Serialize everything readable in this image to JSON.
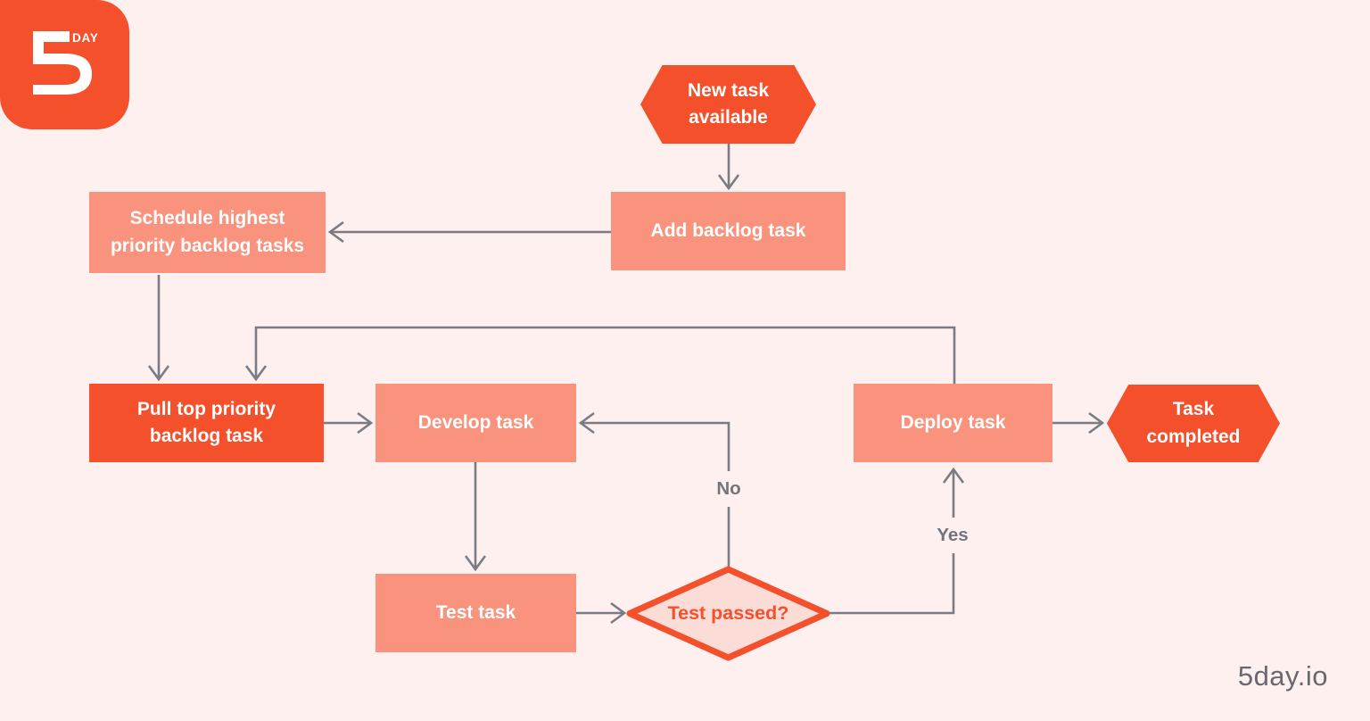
{
  "page": {
    "background": "#fdf0ee",
    "footer_brand": "5day.io"
  },
  "logo": {
    "brand_number": "5",
    "day_text": "DAY"
  },
  "colors": {
    "orange": "#f4502c",
    "salmon": "#f9937e",
    "diamond_fill": "#fcdcd7",
    "connector_gray": "#7b7b83",
    "edge_label_gray": "#74747c",
    "footer_gray": "#68686e",
    "node_text": "#ffffff"
  },
  "flowchart": {
    "nodes": {
      "new_task": {
        "label": "New task available",
        "shape": "hexagon",
        "variant": "orange"
      },
      "add_backlog": {
        "label": "Add backlog task",
        "shape": "rectangle",
        "variant": "salmon"
      },
      "schedule": {
        "label": "Schedule highest priority backlog tasks",
        "shape": "rectangle",
        "variant": "salmon"
      },
      "pull": {
        "label": "Pull top priority backlog task",
        "shape": "rectangle",
        "variant": "orange"
      },
      "develop": {
        "label": "Develop task",
        "shape": "rectangle",
        "variant": "salmon"
      },
      "test": {
        "label": "Test task",
        "shape": "rectangle",
        "variant": "salmon"
      },
      "decision": {
        "label": "Test passed?",
        "shape": "diamond",
        "variant": "outlined"
      },
      "deploy": {
        "label": "Deploy task",
        "shape": "rectangle",
        "variant": "salmon"
      },
      "completed": {
        "label": "Task completed",
        "shape": "hexagon",
        "variant": "orange"
      }
    },
    "edge_labels": {
      "no": "No",
      "yes": "Yes"
    },
    "edges": [
      {
        "from": "new_task",
        "to": "add_backlog"
      },
      {
        "from": "add_backlog",
        "to": "schedule"
      },
      {
        "from": "schedule",
        "to": "pull"
      },
      {
        "from": "pull",
        "to": "develop"
      },
      {
        "from": "develop",
        "to": "test"
      },
      {
        "from": "test",
        "to": "decision"
      },
      {
        "from": "decision",
        "to": "develop",
        "label": "No"
      },
      {
        "from": "decision",
        "to": "deploy",
        "label": "Yes"
      },
      {
        "from": "deploy",
        "to": "pull"
      },
      {
        "from": "deploy",
        "to": "completed"
      }
    ]
  }
}
